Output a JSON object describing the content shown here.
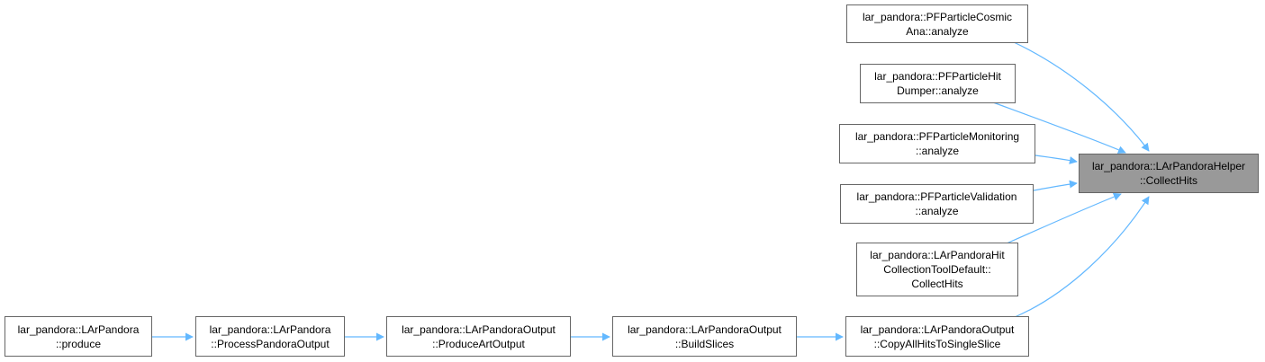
{
  "colors": {
    "edge": "#63b8ff",
    "node_border": "#666666",
    "root_fill": "#999999"
  },
  "nodes": [
    {
      "id": "root",
      "lines": [
        "lar_pandora::LArPandoraHelper",
        "::CollectHits"
      ]
    },
    {
      "id": "cosmic",
      "lines": [
        "lar_pandora::PFParticleCosmic",
        "Ana::analyze"
      ]
    },
    {
      "id": "hitdumper",
      "lines": [
        "lar_pandora::PFParticleHit",
        "Dumper::analyze"
      ]
    },
    {
      "id": "monitoring",
      "lines": [
        "lar_pandora::PFParticleMonitoring",
        "::analyze"
      ]
    },
    {
      "id": "validation",
      "lines": [
        "lar_pandora::PFParticleValidation",
        "::analyze"
      ]
    },
    {
      "id": "hitcoll",
      "lines": [
        "lar_pandora::LArPandoraHit",
        "CollectionToolDefault::",
        "CollectHits"
      ]
    },
    {
      "id": "copyall",
      "lines": [
        "lar_pandora::LArPandoraOutput",
        "::CopyAllHitsToSingleSlice"
      ]
    },
    {
      "id": "buildslices",
      "lines": [
        "lar_pandora::LArPandoraOutput",
        "::BuildSlices"
      ]
    },
    {
      "id": "produceart",
      "lines": [
        "lar_pandora::LArPandoraOutput",
        "::ProduceArtOutput"
      ]
    },
    {
      "id": "processoutput",
      "lines": [
        "lar_pandora::LArPandora",
        "::ProcessPandoraOutput"
      ]
    },
    {
      "id": "produce",
      "lines": [
        "lar_pandora::LArPandora",
        "::produce"
      ]
    }
  ],
  "edges": [
    {
      "from": "cosmic",
      "to": "root"
    },
    {
      "from": "hitdumper",
      "to": "root"
    },
    {
      "from": "monitoring",
      "to": "root"
    },
    {
      "from": "validation",
      "to": "root"
    },
    {
      "from": "hitcoll",
      "to": "root"
    },
    {
      "from": "copyall",
      "to": "root"
    },
    {
      "from": "buildslices",
      "to": "copyall"
    },
    {
      "from": "produceart",
      "to": "buildslices"
    },
    {
      "from": "processoutput",
      "to": "produceart"
    },
    {
      "from": "produce",
      "to": "processoutput"
    }
  ]
}
